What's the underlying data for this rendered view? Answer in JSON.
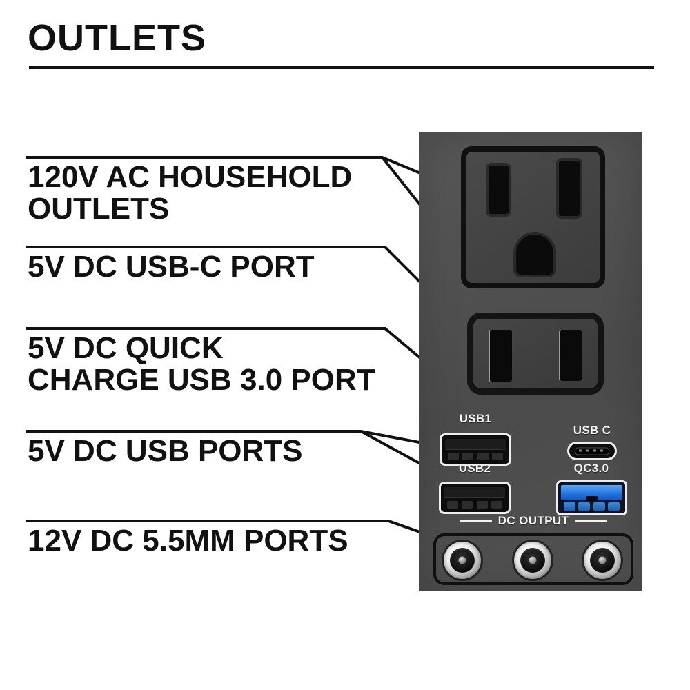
{
  "title": "OUTLETS",
  "callouts": [
    {
      "id": "ac-household-outlets",
      "lines": [
        "120V AC HOUSEHOLD",
        "OUTLETS"
      ]
    },
    {
      "id": "usb-c-port",
      "lines": [
        "5V DC USB-C PORT"
      ]
    },
    {
      "id": "quick-charge-port",
      "lines": [
        "5V DC QUICK",
        "CHARGE USB 3.0 PORT"
      ]
    },
    {
      "id": "usb-ports",
      "lines": [
        "5V DC USB PORTS"
      ]
    },
    {
      "id": "dc-55mm-ports",
      "lines": [
        "12V DC 5.5MM PORTS"
      ]
    }
  ],
  "panel": {
    "ports": {
      "usb1_label": "USB1",
      "usb2_label": "USB2",
      "usbc_label": "USB C",
      "qc_label": "QC3.0",
      "dc_output_label": "DC OUTPUT"
    },
    "colors": {
      "panel_gray": "#4f4f4f",
      "qc_blue": "#1c6fe0",
      "port_border_white": "#ededed",
      "callout_line_black": "#111111"
    }
  }
}
